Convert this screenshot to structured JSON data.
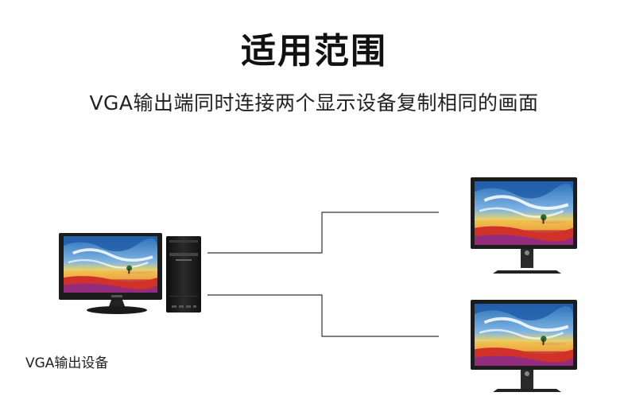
{
  "header": {
    "title": "适用范围",
    "subtitle": "VGA输出端同时连接两个显示设备复制相同的画面"
  },
  "source": {
    "label": "VGA输出设备"
  },
  "icons": {
    "source_monitor": "monitor-icon",
    "pc_tower": "desktop-tower-icon",
    "display_top": "monitor-icon",
    "display_bottom": "monitor-icon"
  },
  "colors": {
    "line": "#333333",
    "sky": "#3b82c9",
    "field": "#d1402a",
    "bezel": "#1c1c1c"
  }
}
